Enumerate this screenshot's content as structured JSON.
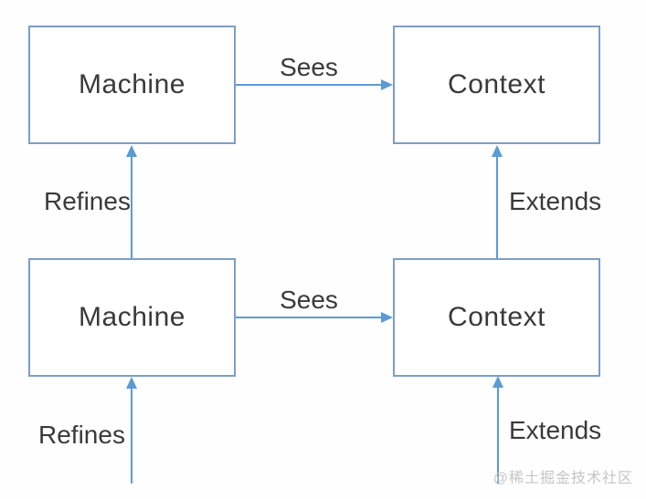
{
  "diagram": {
    "nodes": [
      {
        "id": "machine-top",
        "label": "Machine"
      },
      {
        "id": "context-top",
        "label": "Context"
      },
      {
        "id": "machine-bottom",
        "label": "Machine"
      },
      {
        "id": "context-bottom",
        "label": "Context"
      }
    ],
    "edges": [
      {
        "id": "sees-top",
        "label": "Sees",
        "from": "machine-top",
        "to": "context-top",
        "direction": "right"
      },
      {
        "id": "sees-bottom",
        "label": "Sees",
        "from": "machine-bottom",
        "to": "context-bottom",
        "direction": "right"
      },
      {
        "id": "refines-middle",
        "label": "Refines",
        "from": "machine-bottom",
        "to": "machine-top",
        "direction": "up"
      },
      {
        "id": "extends-middle",
        "label": "Extends",
        "from": "context-bottom",
        "to": "context-top",
        "direction": "up"
      },
      {
        "id": "refines-bottom",
        "label": "Refines",
        "from": "below",
        "to": "machine-bottom",
        "direction": "up"
      },
      {
        "id": "extends-bottom",
        "label": "Extends",
        "from": "below",
        "to": "context-bottom",
        "direction": "up"
      }
    ],
    "colors": {
      "node_border": "#7d9ec7",
      "node_fill": "#ffffff",
      "arrow": "#5b9bd5",
      "text": "#3a3a3a",
      "watermark_text": "#c5c5c5"
    }
  },
  "watermark": {
    "text": "@稀土掘金技术社区"
  }
}
